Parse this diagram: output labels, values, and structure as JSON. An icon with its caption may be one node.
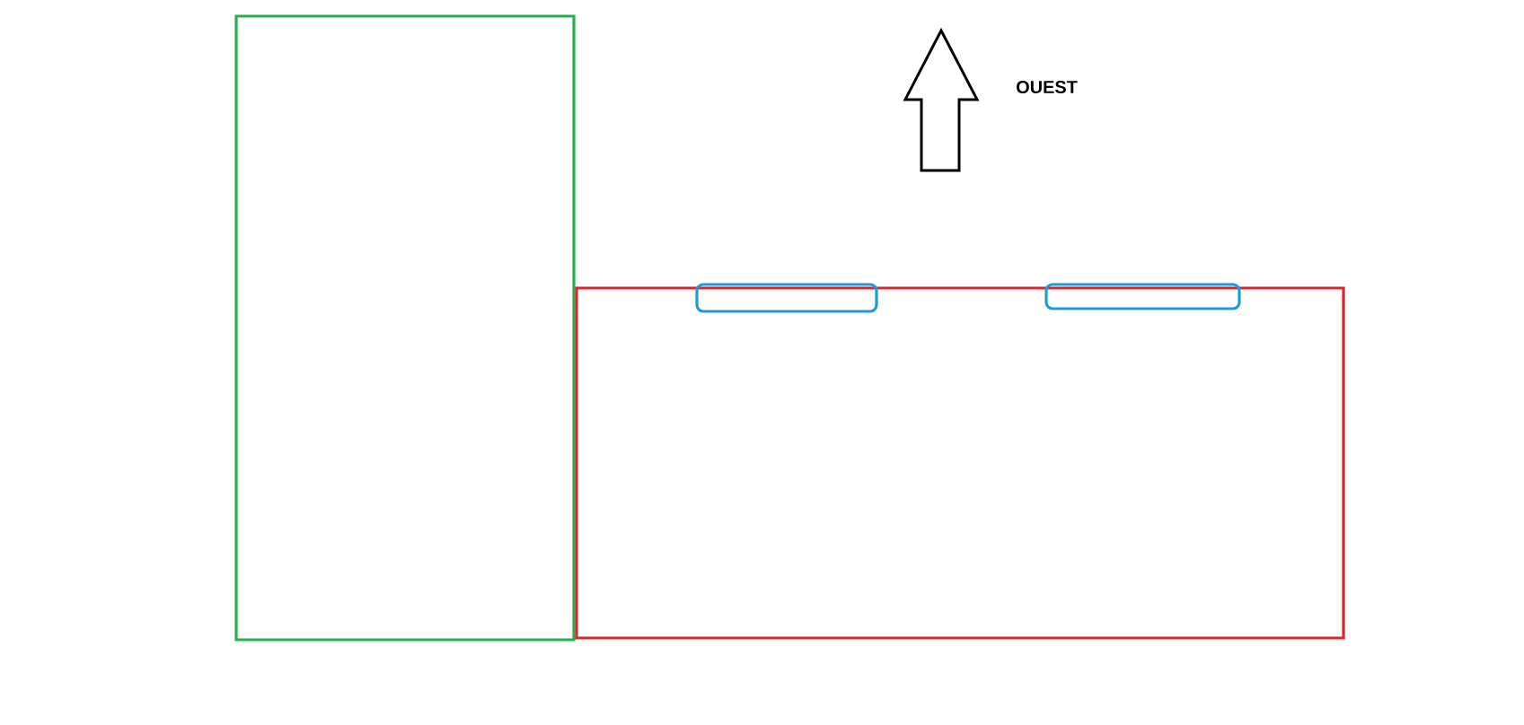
{
  "diagram": {
    "nodes": [
      {
        "text": [],
        "shape": "box"
      },
      {
        "text": [],
        "shape": "box"
      },
      {
        "text": [],
        "shape": "bar"
      },
      {
        "text": [],
        "shape": "bar"
      }
    ],
    "labels": [
      "OUEST"
    ]
  }
}
